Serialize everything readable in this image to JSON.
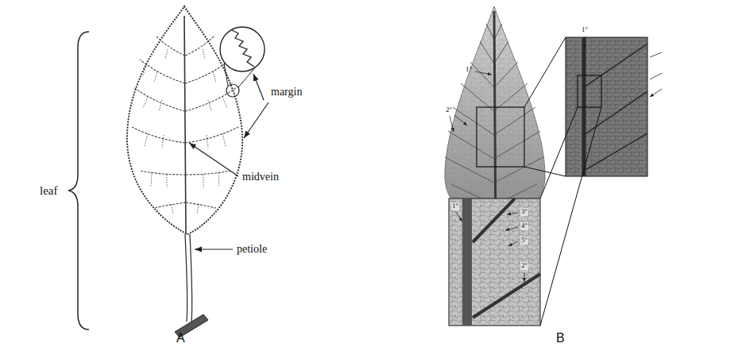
{
  "diagram": {
    "labels": [
      "leaf",
      "margin",
      "midvein",
      "petiole",
      "A",
      "1°",
      "2°",
      "1°",
      "1°",
      "3°",
      "4°",
      "5°",
      "2°",
      "B"
    ]
  }
}
